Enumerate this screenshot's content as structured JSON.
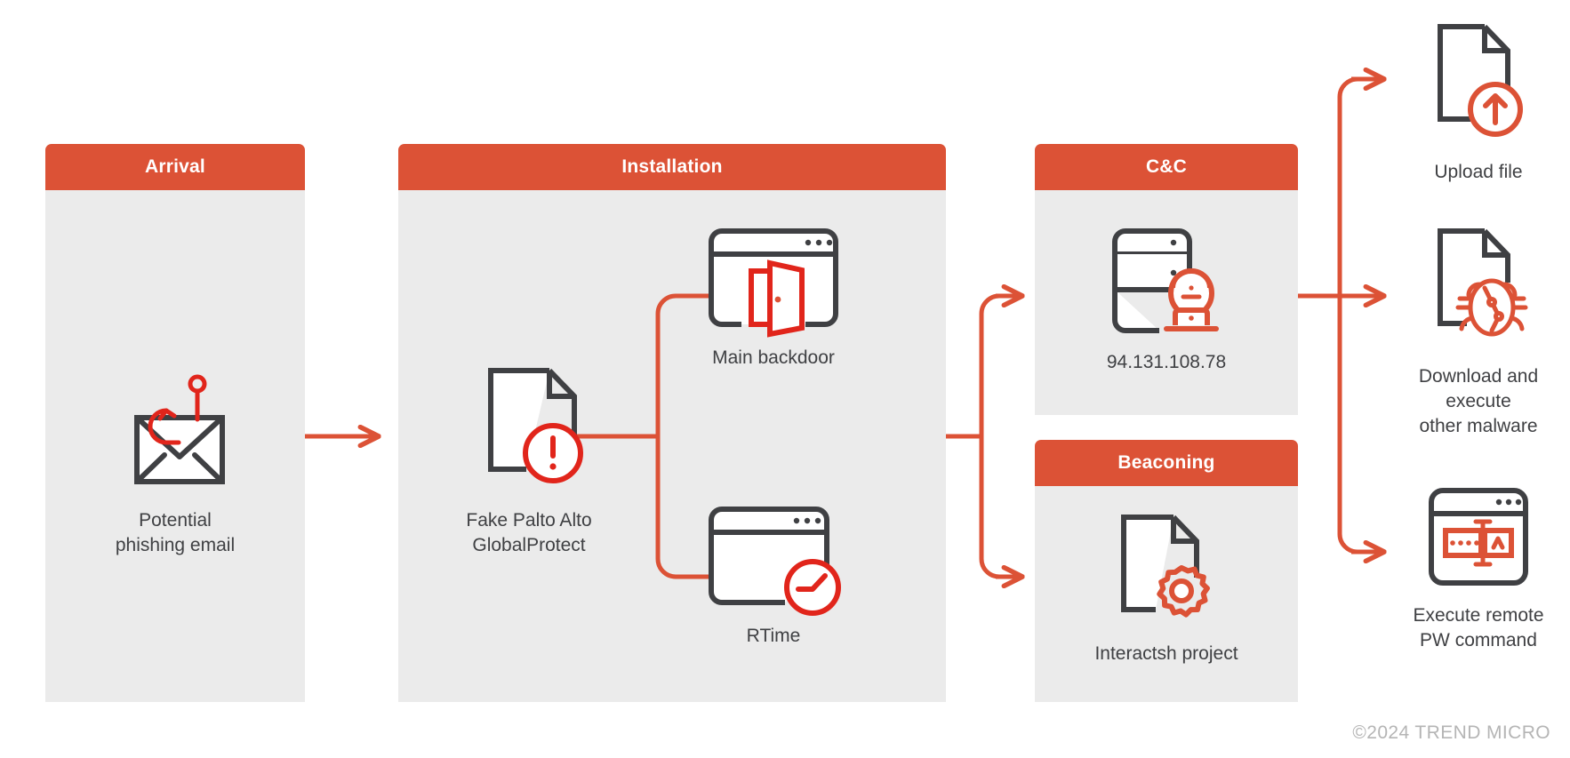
{
  "diagram": {
    "title": "Infection chain diagram",
    "colors": {
      "accent": "#DC5236",
      "panel_bg": "#ebebeb",
      "icon_dark": "#3f4043",
      "icon_red": "#E1251B",
      "text": "#3f4043",
      "footer_text": "#b5b5b5",
      "page_bg": "#ffffff"
    },
    "stages": [
      {
        "id": "arrival",
        "label": "Arrival"
      },
      {
        "id": "installation",
        "label": "Installation"
      },
      {
        "id": "cc",
        "label": "C&C"
      },
      {
        "id": "beaconing",
        "label": "Beaconing"
      }
    ],
    "nodes": [
      {
        "id": "phishing-email",
        "caption": "Potential\nphishing email",
        "icon": "phishing-email-icon"
      },
      {
        "id": "fake-globalprotect",
        "caption": "Fake Palto Alto\nGlobalProtect",
        "icon": "document-alert-icon"
      },
      {
        "id": "main-backdoor",
        "caption": "Main backdoor",
        "icon": "window-open-door-icon"
      },
      {
        "id": "rtime",
        "caption": "RTime",
        "icon": "window-clock-icon"
      },
      {
        "id": "cc-server",
        "caption": "94.131.108.78",
        "icon": "server-hacker-icon"
      },
      {
        "id": "interactsh",
        "caption": "Interactsh project",
        "icon": "document-gear-icon"
      },
      {
        "id": "upload-file",
        "caption": "Upload file",
        "icon": "document-upload-icon"
      },
      {
        "id": "download-malware",
        "caption": "Download and\nexecute\nother malware",
        "icon": "document-bug-icon"
      },
      {
        "id": "remote-pw",
        "caption": "Execute remote\nPW command",
        "icon": "window-password-icon"
      }
    ],
    "footer": "©2024 TREND MICRO"
  }
}
